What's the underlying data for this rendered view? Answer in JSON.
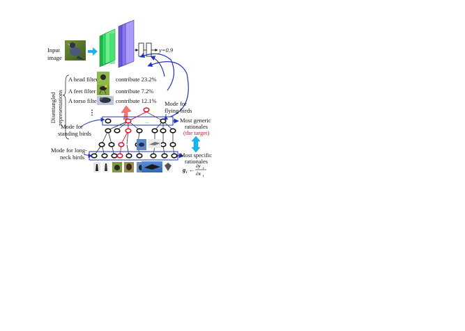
{
  "labels": {
    "input_image": [
      "Input",
      "image"
    ],
    "output": "y=0.9",
    "disentangled": [
      "Disentangled",
      "representations"
    ],
    "filters": [
      {
        "name": "A head filter",
        "contribution": "contribute 23.2%"
      },
      {
        "name": "A feet filter",
        "contribution": "contribute 7.2%"
      },
      {
        "name": "A torso filter",
        "contribution": "contribute 12.1%"
      }
    ],
    "ellipsis": "⋮",
    "mode_flying": [
      "Mode for",
      "flying birds"
    ],
    "mode_standing": [
      "Mode for",
      "standing birds"
    ],
    "mode_longneck": [
      "Mode for long-",
      "neck birds"
    ],
    "most_generic": [
      "Most generic",
      "rationales"
    ],
    "the_target": "(the target)",
    "most_specific": [
      "Most specific",
      "rationales"
    ],
    "gradient_formula": {
      "lhs": "g",
      "sub": "i",
      "arrow": "←",
      "num": "∂y",
      "num_sub": "i",
      "den": "∂x",
      "den_sub": "i"
    }
  },
  "colors": {
    "red_node": "#e0142a",
    "black_node": "#111111",
    "blue_arrow": "#2233bb",
    "cyan_arrow": "#1ab3ea",
    "green_layer": "#33dd66",
    "purple_layer": "#8877ee",
    "pink_arrow": "#f07878"
  },
  "icons": [
    "bird-thumbnail",
    "conv-layer-block",
    "fc-layer-block",
    "double-arrow-cyan",
    "upward-arrow-red"
  ]
}
